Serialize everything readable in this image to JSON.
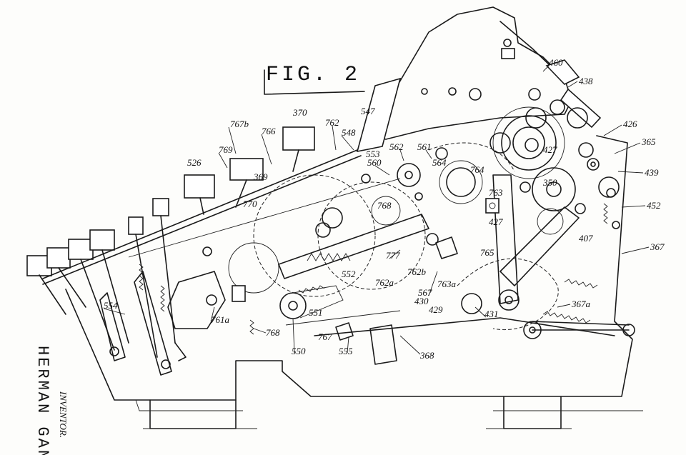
{
  "figure": {
    "title": "FIG. 2"
  },
  "inventor": {
    "label": "INVENTOR.",
    "name": "HERMAN GANG"
  },
  "labels": [
    "460",
    "438",
    "426",
    "365",
    "439",
    "452",
    "367",
    "367a",
    "370",
    "762",
    "547",
    "548",
    "553",
    "560",
    "562",
    "561",
    "564",
    "764",
    "350",
    "427",
    "767b",
    "766",
    "769",
    "526",
    "369",
    "770",
    "768",
    "763",
    "427",
    "765",
    "407",
    "777",
    "762b",
    "762a",
    "567",
    "763a",
    "430",
    "429",
    "431",
    "552",
    "554",
    "761a",
    "551",
    "768",
    "767",
    "550",
    "555",
    "368"
  ]
}
